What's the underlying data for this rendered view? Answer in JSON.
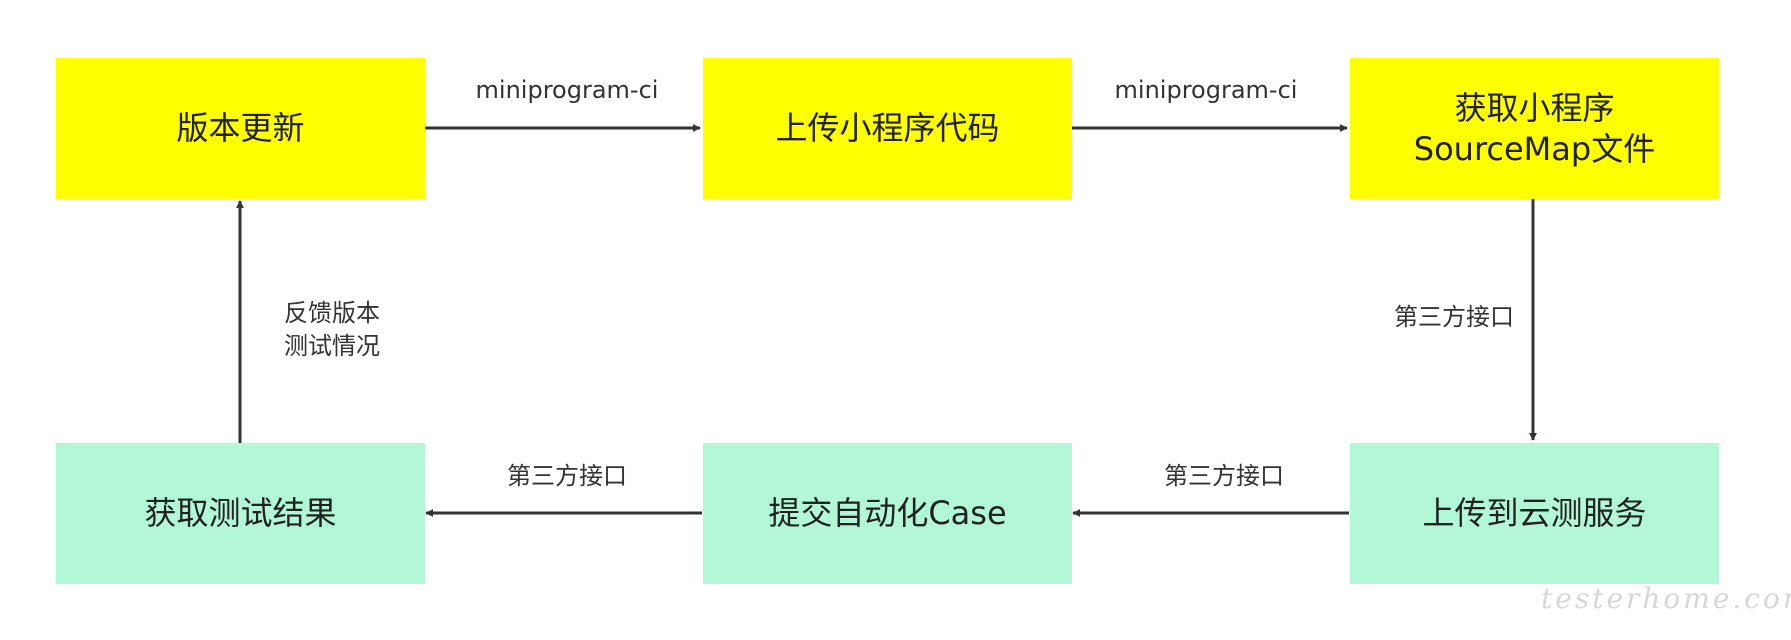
{
  "diagram": {
    "nodes": {
      "version_update": {
        "label": "版本更新",
        "color": "#ffff00"
      },
      "upload_code": {
        "label": "上传小程序代码",
        "color": "#ffff00"
      },
      "get_sourcemap": {
        "line1": "获取小程序",
        "line2": "SourceMap文件",
        "color": "#ffff00"
      },
      "upload_cloud": {
        "label": "上传到云测服务",
        "color": "#b3f8d6"
      },
      "submit_case": {
        "label": "提交自动化Case",
        "color": "#b3f8d6"
      },
      "get_result": {
        "label": "获取测试结果",
        "color": "#b3f8d6"
      }
    },
    "edges": {
      "e1": {
        "label": "miniprogram-ci"
      },
      "e2": {
        "label": "miniprogram-ci"
      },
      "e3": {
        "label": "第三方接口"
      },
      "e4": {
        "label": "第三方接口"
      },
      "e5": {
        "label": "第三方接口"
      },
      "e6": {
        "line1": "反馈版本",
        "line2": "测试情况"
      }
    },
    "edge_color": "#333333"
  },
  "watermark": "testerhome.com"
}
